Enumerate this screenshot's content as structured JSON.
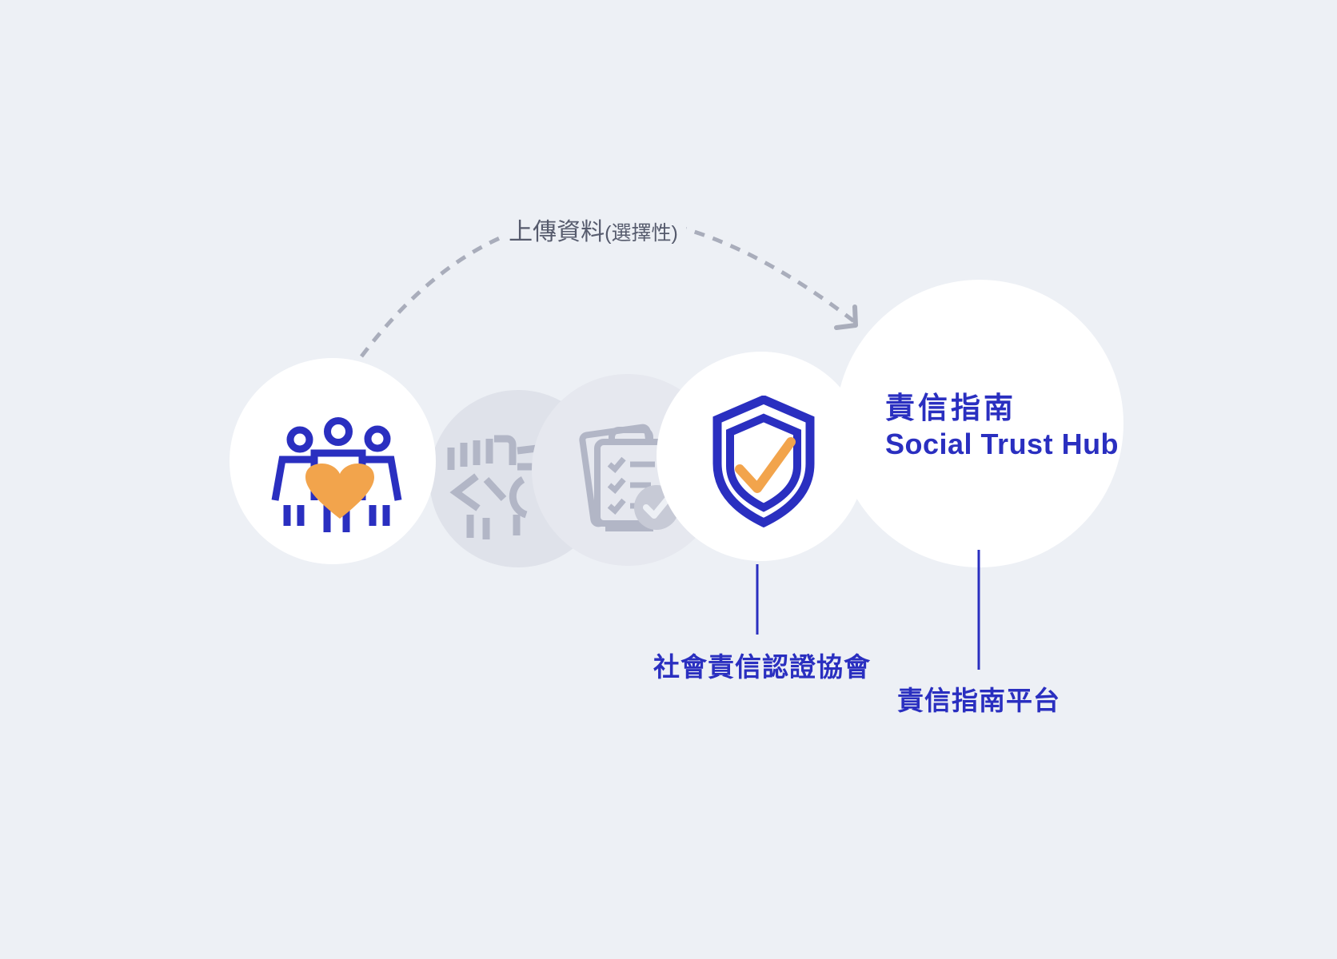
{
  "colors": {
    "background": "#edf0f5",
    "brand_blue": "#2a2fc0",
    "accent_orange": "#f2a44c",
    "dim_icon_gray": "#b2b6c6",
    "dim_circle_gray_1": "#dfe2ea",
    "dim_circle_gray_2": "#e6e8ef",
    "dash_gray": "#a9adbb",
    "upload_label_gray": "#565b6d"
  },
  "diagram": {
    "upload_label": {
      "main": "上傳資料",
      "paren": "(選擇性)"
    },
    "steps": [
      {
        "name": "community",
        "icon": "people-heart-icon",
        "state": "highlighted"
      },
      {
        "name": "handshake",
        "icon": "handshake-icon",
        "state": "dimmed"
      },
      {
        "name": "checklist",
        "icon": "clipboard-check-icon",
        "state": "dimmed"
      },
      {
        "name": "certification",
        "icon": "shield-check-icon",
        "state": "highlighted"
      }
    ],
    "hub": {
      "title_zh": "責信指南",
      "title_en": "Social Trust Hub"
    },
    "callouts": [
      {
        "text": "社會責信認證協會"
      },
      {
        "text": "責信指南平台"
      }
    ]
  }
}
